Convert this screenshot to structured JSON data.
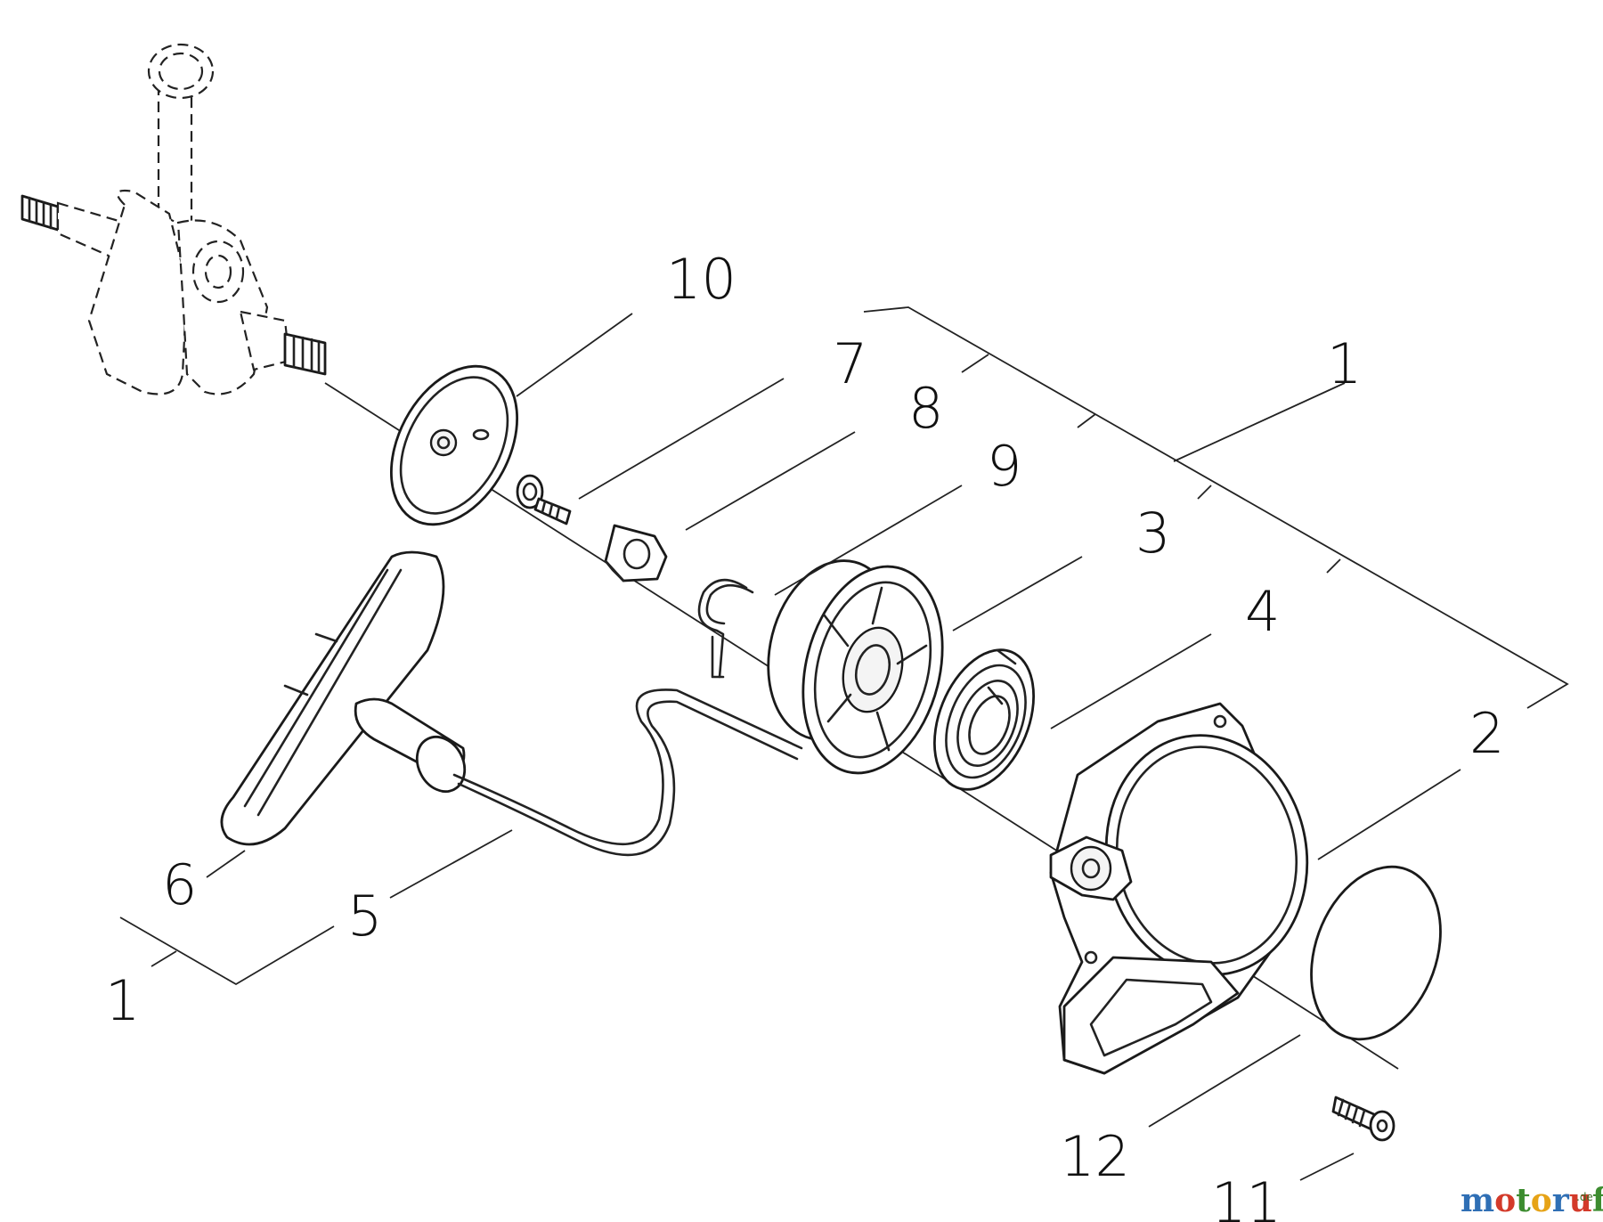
{
  "diagram": {
    "callouts": {
      "c10": "10",
      "c7": "7",
      "c8": "8",
      "c1_top": "1",
      "c9": "9",
      "c3": "3",
      "c4": "4",
      "c2": "2",
      "c6": "6",
      "c5": "5",
      "c1_bottom": "1",
      "c12": "12",
      "c11": "11"
    },
    "parts_icons": [
      "crankshaft",
      "flywheel",
      "bolt",
      "pawl",
      "spring-clip",
      "rope-reel",
      "recoil-spring",
      "starter-housing",
      "cover-disc",
      "screw",
      "t-handle",
      "starter-rope"
    ]
  },
  "watermark": {
    "chars": [
      "m",
      "o",
      "t",
      "o",
      "r",
      "u",
      "f"
    ],
    "colors": [
      "#2f6fb5",
      "#d33a2a",
      "#3c8c2f",
      "#e6a317",
      "#2f6fb5",
      "#d33a2a",
      "#3c8c2f"
    ],
    "suffix": ".de"
  }
}
